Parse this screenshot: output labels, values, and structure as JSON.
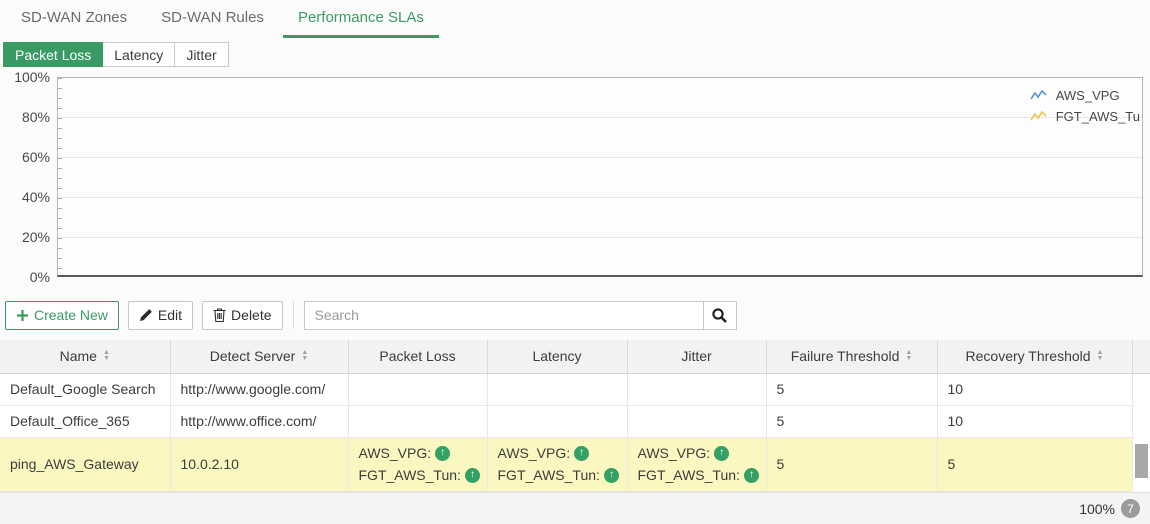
{
  "colors": {
    "accent_green": "#3a9a63",
    "subtab_active_bg": "#3a9a63",
    "row_highlight_yellow": "#fbf7c0",
    "legend_blue": "#5b93d6",
    "legend_yellow": "#f2c24a",
    "status_up_green": "#33a065",
    "badge_gray": "#9b9b9b"
  },
  "top_tabs": [
    {
      "label": "SD-WAN Zones",
      "active": false
    },
    {
      "label": "SD-WAN Rules",
      "active": false
    },
    {
      "label": "Performance SLAs",
      "active": true
    }
  ],
  "subtabs": [
    {
      "label": "Packet Loss",
      "active": true
    },
    {
      "label": "Latency",
      "active": false
    },
    {
      "label": "Jitter",
      "active": false
    }
  ],
  "chart_data": {
    "type": "line",
    "title": "",
    "xlabel": "",
    "ylabel": "",
    "ylim": [
      0,
      100
    ],
    "yticks": [
      "100%",
      "80%",
      "60%",
      "40%",
      "20%",
      "0%"
    ],
    "grid": true,
    "legend_position": "top-right",
    "series": [
      {
        "name": "AWS_VPG",
        "color": "#5b93d6",
        "values": []
      },
      {
        "name": "FGT_AWS_Tu",
        "color": "#f2c24a",
        "values": []
      }
    ],
    "note": "empty packet-loss plot, no data lines visible"
  },
  "toolbar": {
    "create_new_label": "Create New",
    "edit_label": "Edit",
    "delete_label": "Delete",
    "search_placeholder": "Search"
  },
  "table": {
    "columns": [
      {
        "label": "Name",
        "sortable": true
      },
      {
        "label": "Detect Server",
        "sortable": true
      },
      {
        "label": "Packet Loss",
        "sortable": false
      },
      {
        "label": "Latency",
        "sortable": false
      },
      {
        "label": "Jitter",
        "sortable": false
      },
      {
        "label": "Failure Threshold",
        "sortable": true
      },
      {
        "label": "Recovery Threshold",
        "sortable": true
      }
    ],
    "rows": [
      {
        "name": "Default_Google Search",
        "detect_server": "http://www.google.com/",
        "packet_loss": "",
        "latency": "",
        "jitter": "",
        "failure_threshold": "5",
        "recovery_threshold": "10",
        "highlighted": false
      },
      {
        "name": "Default_Office_365",
        "detect_server": "http://www.office.com/",
        "packet_loss": "",
        "latency": "",
        "jitter": "",
        "failure_threshold": "5",
        "recovery_threshold": "10",
        "highlighted": false
      },
      {
        "name": "ping_AWS_Gateway",
        "detect_server": "10.0.2.10",
        "sla_members": [
          {
            "label": "AWS_VPG:",
            "status": "up"
          },
          {
            "label": "FGT_AWS_Tun:",
            "status": "up"
          }
        ],
        "failure_threshold": "5",
        "recovery_threshold": "5",
        "highlighted": true
      }
    ]
  },
  "statusbar": {
    "zoom_level": "100%",
    "item_count": "7"
  }
}
